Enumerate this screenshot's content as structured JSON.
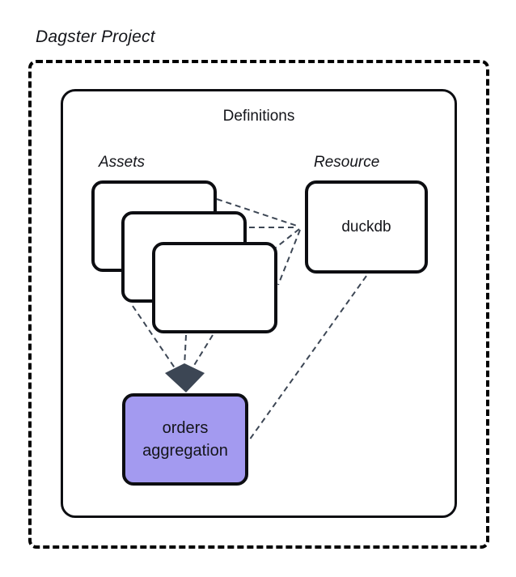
{
  "diagram": {
    "title": "Dagster Project",
    "definitions_label": "Definitions",
    "assets_group_label": "Assets",
    "resource_group_label": "Resource",
    "duckdb_label": "duckdb",
    "orders_label_line1": "orders",
    "orders_label_line2": "aggregation"
  },
  "nodes": [
    {
      "id": "assets-stack",
      "label": "",
      "type": "stacked-cards",
      "count": 3
    },
    {
      "id": "duckdb",
      "label": "duckdb",
      "type": "resource"
    },
    {
      "id": "orders-aggregation",
      "label": "orders aggregation",
      "type": "asset",
      "fill": "#a39af0"
    }
  ],
  "connections": [
    {
      "from": "asset-card-back",
      "to": "duckdb",
      "style": "dashed"
    },
    {
      "from": "asset-card-middle",
      "to": "duckdb",
      "style": "dashed"
    },
    {
      "from": "duckdb",
      "to": "asset-card-front",
      "style": "dashed"
    },
    {
      "from": "duckdb",
      "to": "asset-card-front-side",
      "style": "dashed"
    },
    {
      "from": "asset-card-middle",
      "to": "orders-aggregation",
      "style": "dashed-arrow"
    },
    {
      "from": "asset-card-front",
      "to": "orders-aggregation",
      "style": "dashed-arrow"
    },
    {
      "from": "asset-card-front-right",
      "to": "orders-aggregation",
      "style": "dashed-arrow"
    },
    {
      "from": "duckdb",
      "to": "orders-aggregation",
      "style": "dashed"
    }
  ],
  "colors": {
    "accent_purple": "#a39af0",
    "connector": "#3c4654",
    "border": "#0d0e12",
    "background": "#ffffff"
  }
}
